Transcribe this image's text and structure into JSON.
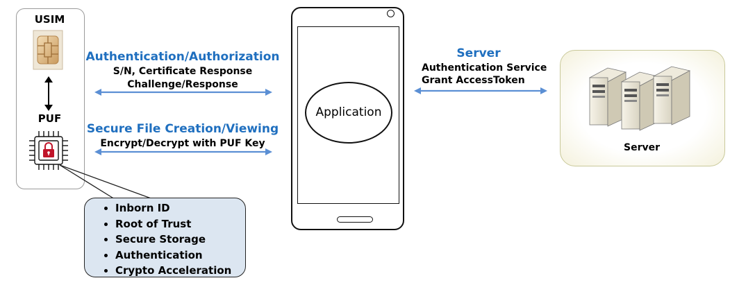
{
  "usim": {
    "label": "USIM"
  },
  "puf": {
    "label": "PUF"
  },
  "puf_features": {
    "items": [
      "Inborn ID",
      "Root of Trust",
      "Secure Storage",
      "Authentication",
      "Crypto Acceleration"
    ]
  },
  "auth_link": {
    "title": "Authentication/Authorization",
    "line1": "S/N, Certificate Response",
    "line2": "Challenge/Response"
  },
  "file_link": {
    "title": "Secure File Creation/Viewing",
    "line1": "Encrypt/Decrypt with PUF Key"
  },
  "phone": {
    "app_label": "Application"
  },
  "server_link": {
    "title": "Server",
    "line1": "Authentication Service",
    "line2": "Grant AccessToken"
  },
  "server": {
    "label": "Server"
  },
  "colors": {
    "accent": "#1f6fbf",
    "arrow": "#5b8fd4",
    "callout_fill": "#dce6f1",
    "sim_gold": "#d9b27a"
  }
}
